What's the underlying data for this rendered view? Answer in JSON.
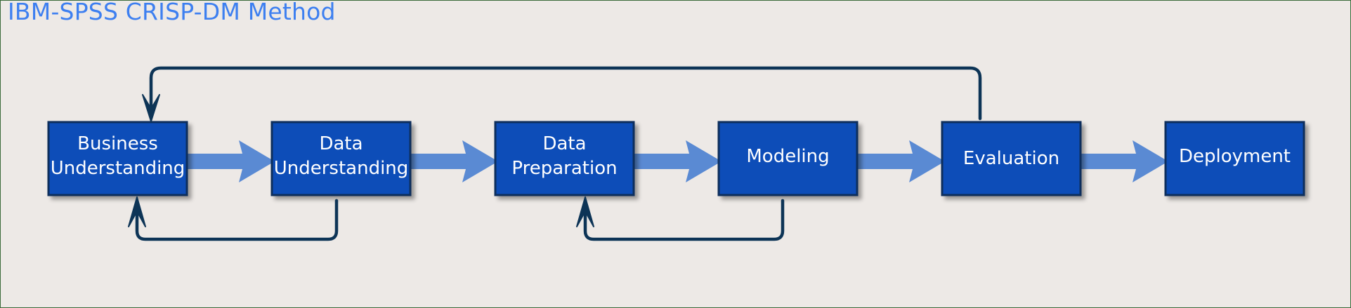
{
  "title": "IBM-SPSS CRISP-DM Method",
  "colors": {
    "background": "#ede9e6",
    "title": "#3d7ff0",
    "box_fill": "#0b4db8",
    "box_border": "#0a2f5c",
    "arrow_fill": "#5a8ad3",
    "loop_line": "#0d3456"
  },
  "stages": [
    {
      "id": "business-understanding",
      "lines": [
        "Business",
        "Understanding"
      ]
    },
    {
      "id": "data-understanding",
      "lines": [
        "Data",
        "Understanding"
      ]
    },
    {
      "id": "data-preparation",
      "lines": [
        "Data",
        "Preparation"
      ]
    },
    {
      "id": "modeling",
      "lines": [
        "Modeling"
      ]
    },
    {
      "id": "evaluation",
      "lines": [
        "Evaluation"
      ]
    },
    {
      "id": "deployment",
      "lines": [
        "Deployment"
      ]
    }
  ],
  "flows": [
    {
      "from": "business-understanding",
      "to": "data-understanding"
    },
    {
      "from": "data-understanding",
      "to": "data-preparation"
    },
    {
      "from": "data-preparation",
      "to": "modeling"
    },
    {
      "from": "modeling",
      "to": "evaluation"
    },
    {
      "from": "evaluation",
      "to": "deployment"
    }
  ],
  "loops": [
    {
      "from": "data-understanding",
      "to": "business-understanding"
    },
    {
      "from": "modeling",
      "to": "data-preparation"
    },
    {
      "from": "evaluation",
      "to": "business-understanding"
    }
  ]
}
